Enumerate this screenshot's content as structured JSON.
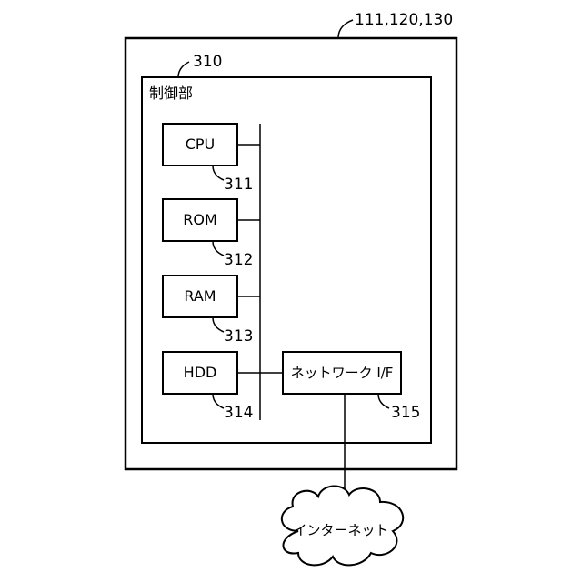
{
  "outer_device": {
    "ref": "111,120,130"
  },
  "control_unit": {
    "ref": "310",
    "label": "制御部"
  },
  "components": [
    {
      "label": "CPU",
      "ref": "311"
    },
    {
      "label": "ROM",
      "ref": "312"
    },
    {
      "label": "RAM",
      "ref": "313"
    },
    {
      "label": "HDD",
      "ref": "314"
    }
  ],
  "network_if": {
    "label": "ネットワーク I/F",
    "ref": "315"
  },
  "internet": {
    "label": "インターネット"
  }
}
